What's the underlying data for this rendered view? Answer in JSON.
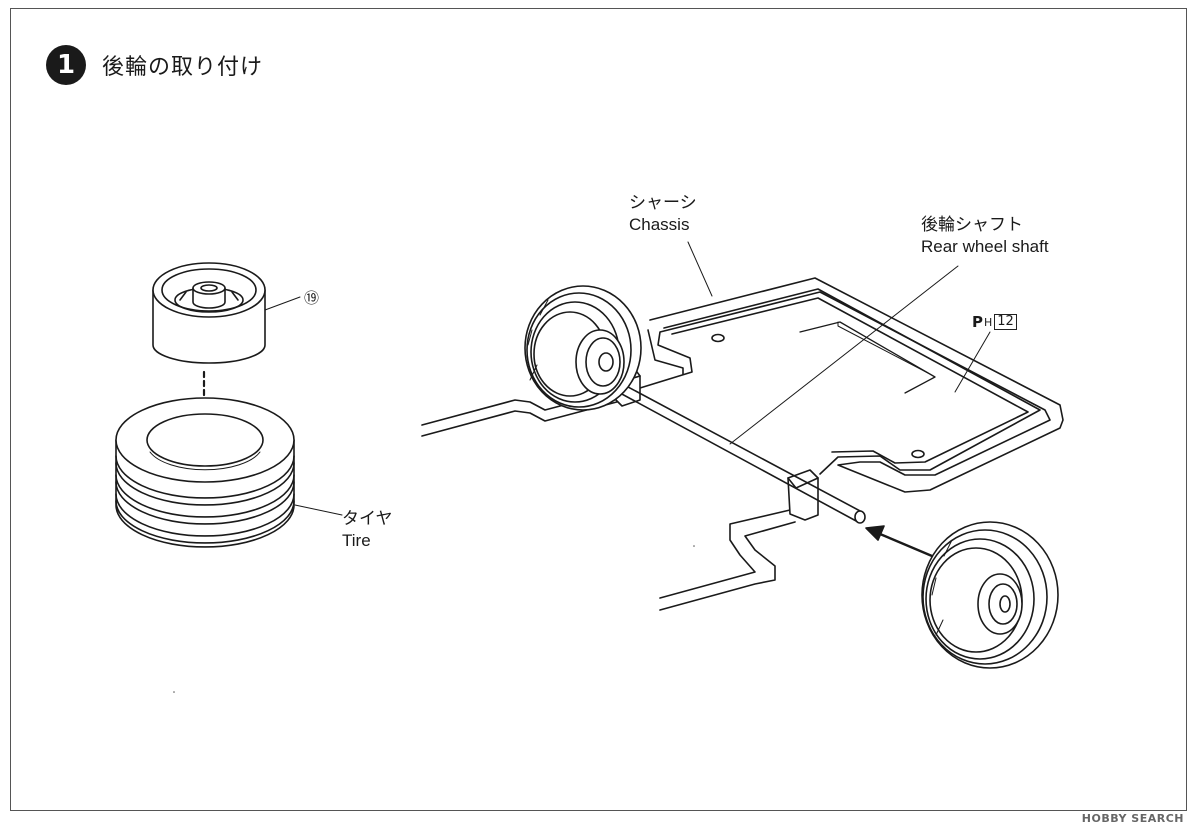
{
  "step": {
    "number": "1",
    "title": "後輪の取り付け"
  },
  "labels": {
    "chassis_jp": "シャーシ",
    "chassis_en": "Chassis",
    "shaft_jp": "後輪シャフト",
    "shaft_en": "Rear wheel shaft",
    "tire_jp": "タイヤ",
    "tire_en": "Tire"
  },
  "part_number": "⑲",
  "paint_code": {
    "letter": "P",
    "sub": "H",
    "number": "12"
  },
  "watermark": "HOBBY SEARCH",
  "icons": [
    "step-number-badge",
    "assembly-arrow-icon",
    "dashed-insert-arrow-icon"
  ]
}
